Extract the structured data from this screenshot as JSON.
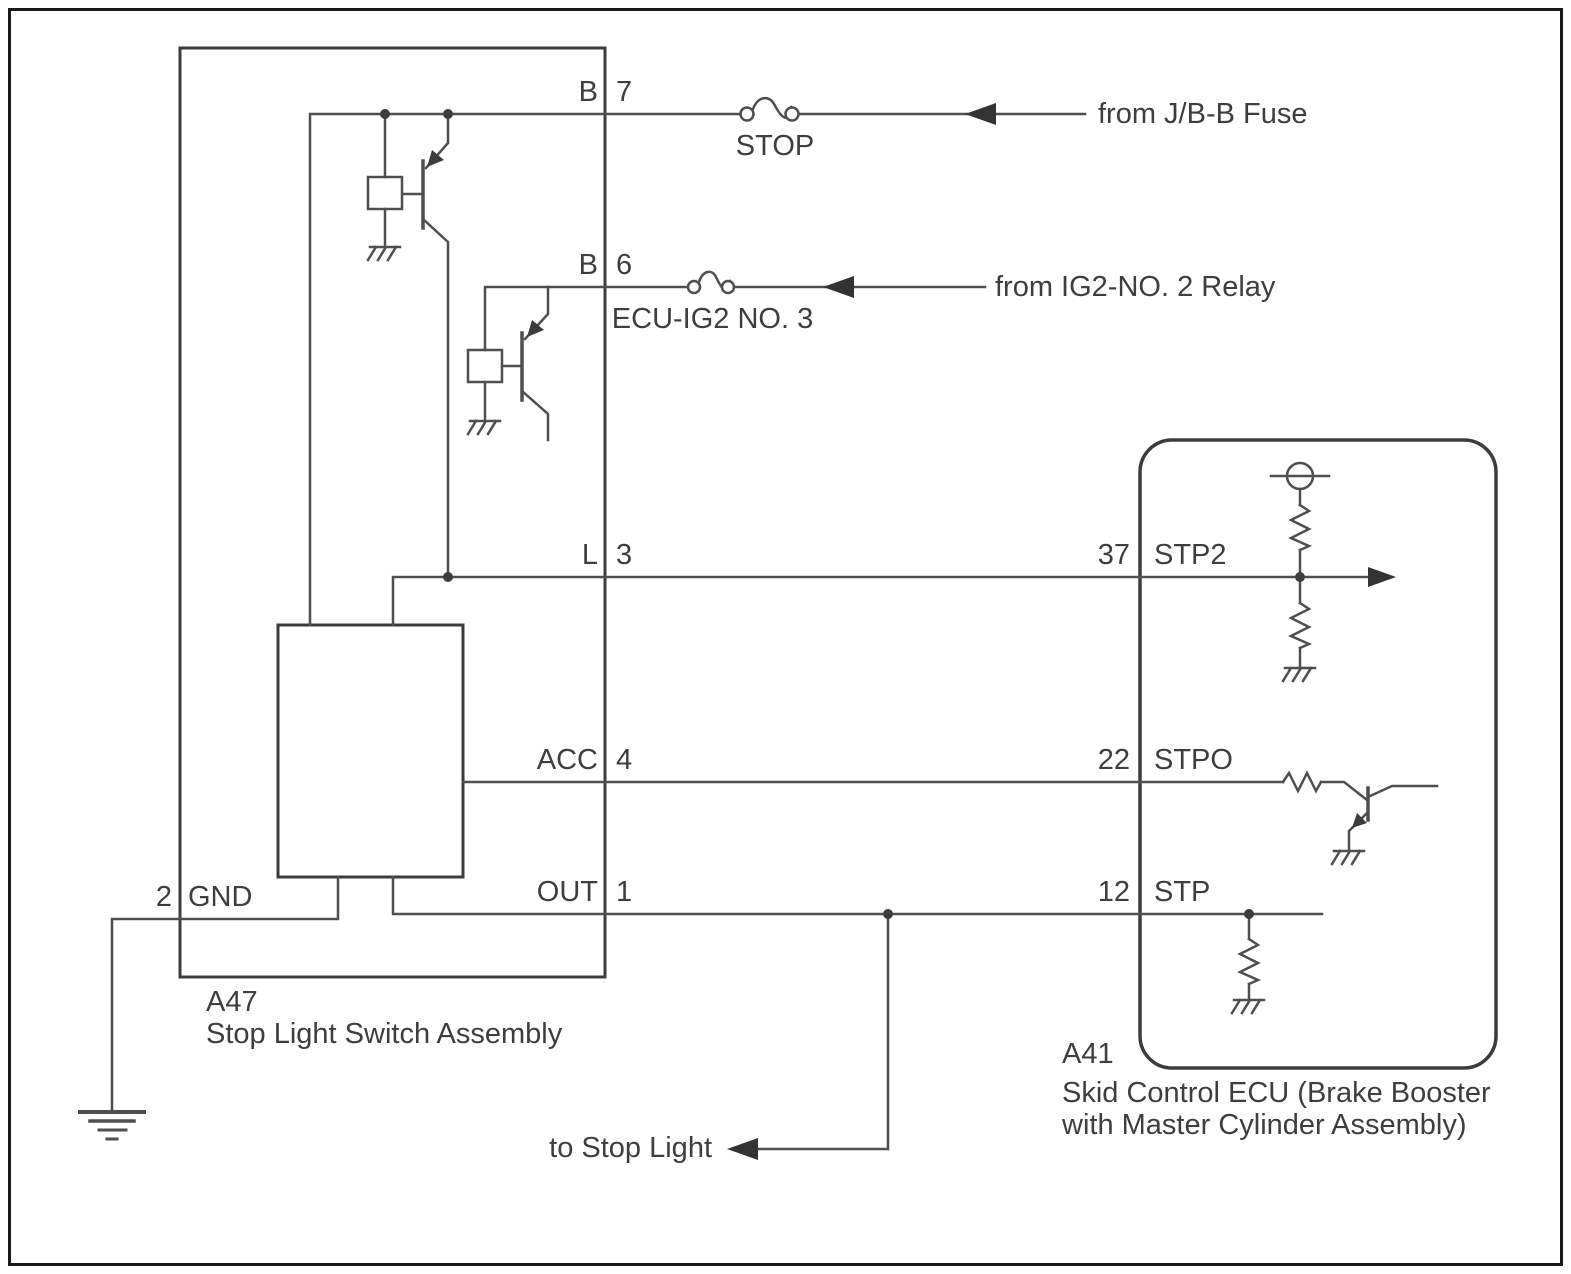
{
  "colors": {
    "line": "#4f4f4f",
    "box_border": "#3c3c3c",
    "text": "#3e3e3e",
    "background": "#ffffff",
    "frame_border": "#1a1a1a"
  },
  "blocks": {
    "a47": {
      "code": "A47",
      "name": "Stop Light Switch Assembly"
    },
    "a41": {
      "code": "A41",
      "name_line1": "Skid Control ECU (Brake Booster",
      "name_line2": "with Master Cylinder Assembly)"
    }
  },
  "pins": {
    "b7": {
      "label": "B",
      "number": "7"
    },
    "b6": {
      "label": "B",
      "number": "6"
    },
    "l3": {
      "label": "L",
      "number": "3"
    },
    "acc4": {
      "label": "ACC",
      "number": "4"
    },
    "out1": {
      "label": "OUT",
      "number": "1"
    },
    "gnd2": {
      "label": "GND",
      "number": "2"
    },
    "stp2": {
      "label": "STP2",
      "number": "37"
    },
    "stpo": {
      "label": "STPO",
      "number": "22"
    },
    "stp": {
      "label": "STP",
      "number": "12"
    }
  },
  "fuses": {
    "stop": {
      "label": "STOP"
    },
    "ecu_ig2": {
      "label": "ECU-IG2 NO. 3"
    }
  },
  "annotations": {
    "from_jbb": "from J/B-B Fuse",
    "from_ig2": "from IG2-NO. 2 Relay",
    "to_stop_light": "to Stop Light"
  }
}
